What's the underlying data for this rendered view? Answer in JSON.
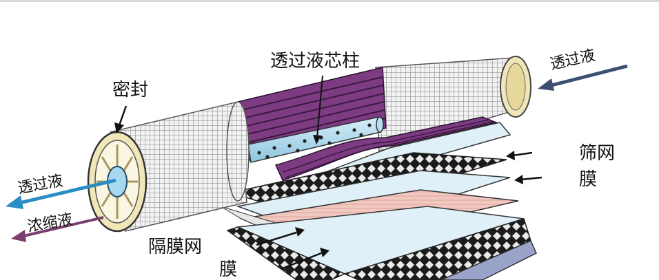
{
  "labels": {
    "permeate_tube": "透过液芯柱",
    "seal": "密封",
    "permeate_in": "透过液",
    "permeate_out": "透过液",
    "concentrate": "浓缩液",
    "screen_membrane_1": "筛网",
    "screen_membrane_2": "膜",
    "spacer_membrane_1": "隔膜网",
    "spacer_membrane_2": "膜"
  },
  "colors": {
    "permeate_arrow_right": "#3d4f70",
    "permeate_arrow_left": "#2a8ec4",
    "concentrate_arrow": "#7a3f6e",
    "purple_wrap": "#7d3c82",
    "pink_layer": "#f1c8c0",
    "light_blue_layer": "#dff0f8",
    "tube_core": "#b6def0"
  }
}
